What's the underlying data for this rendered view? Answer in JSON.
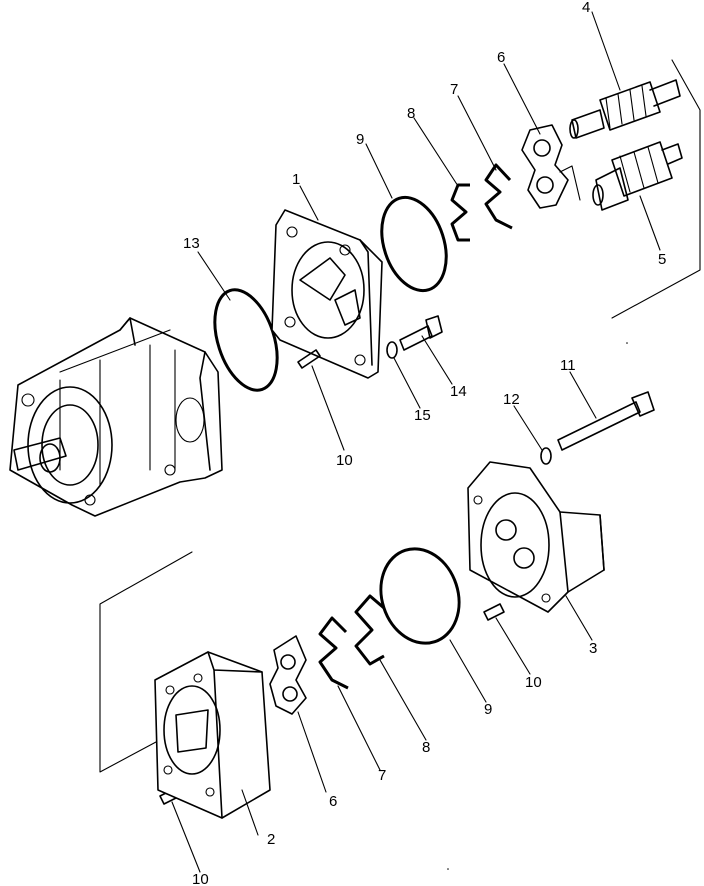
{
  "callouts": [
    {
      "id": "c1",
      "text": "1"
    },
    {
      "id": "c2",
      "text": "2"
    },
    {
      "id": "c3",
      "text": "3"
    },
    {
      "id": "c4",
      "text": "4"
    },
    {
      "id": "c5",
      "text": "5"
    },
    {
      "id": "c6a",
      "text": "6"
    },
    {
      "id": "c6b",
      "text": "6"
    },
    {
      "id": "c7a",
      "text": "7"
    },
    {
      "id": "c7b",
      "text": "7"
    },
    {
      "id": "c8a",
      "text": "8"
    },
    {
      "id": "c8b",
      "text": "8"
    },
    {
      "id": "c9a",
      "text": "9"
    },
    {
      "id": "c9b",
      "text": "9"
    },
    {
      "id": "c10a",
      "text": "10"
    },
    {
      "id": "c10b",
      "text": "10"
    },
    {
      "id": "c10c",
      "text": "10"
    },
    {
      "id": "c11",
      "text": "11"
    },
    {
      "id": "c12",
      "text": "12"
    },
    {
      "id": "c13",
      "text": "13"
    },
    {
      "id": "c14",
      "text": "14"
    },
    {
      "id": "c15",
      "text": "15"
    }
  ]
}
